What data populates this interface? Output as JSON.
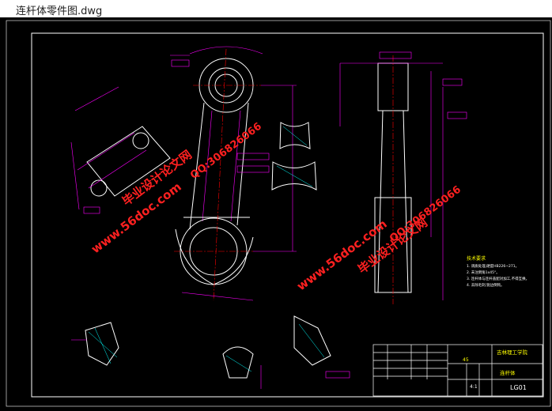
{
  "window": {
    "title": "连杆体零件图.dwg"
  },
  "watermarks": {
    "site": "www.56doc.com",
    "brand": "毕业设计论文网",
    "qq": "QQ:306826066"
  },
  "tech_notes": {
    "heading": "技术要求",
    "items": [
      "1. 调质处理,硬度HB226~271。",
      "2. 未注倒角1x45°。",
      "3. 连杆体与连杆盖配对加工,不得互换。",
      "4. 去除毛刺,锐边倒钝。"
    ]
  },
  "title_block": {
    "scale": "4:1",
    "material": "45",
    "school": "吉林理工学院",
    "part_name": "连杆体",
    "drawing_no": "LG01"
  },
  "colors": {
    "background": "#000000",
    "outline": "#ffffff",
    "dimension": "#ff00ff",
    "text": "#ffff00",
    "centerline": "#ff0000",
    "hatch": "#00ffff",
    "watermark": "#ff0000"
  }
}
